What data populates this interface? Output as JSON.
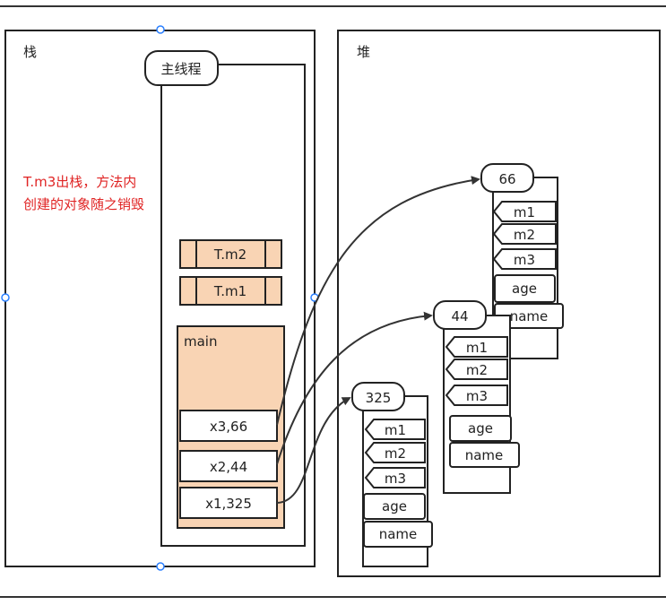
{
  "stack": {
    "title": "栈",
    "thread_label": "主线程",
    "note_lines": [
      "T.m3出栈，方法内",
      "创建的对象随之销毁"
    ],
    "frames": [
      {
        "label": "T.m2"
      },
      {
        "label": "T.m1"
      }
    ],
    "main_frame": {
      "label": "main",
      "vars": [
        {
          "label": "x3,66"
        },
        {
          "label": "x2,44"
        },
        {
          "label": "x1,325"
        }
      ]
    }
  },
  "heap": {
    "title": "堆",
    "objects": [
      {
        "id": "66",
        "methods": [
          "m1",
          "m2",
          "m3"
        ],
        "fields": [
          "age",
          "name"
        ]
      },
      {
        "id": "44",
        "methods": [
          "m1",
          "m2",
          "m3"
        ],
        "fields": [
          "age",
          "name"
        ]
      },
      {
        "id": "325",
        "methods": [
          "m1",
          "m2",
          "m3"
        ],
        "fields": [
          "age",
          "name"
        ]
      }
    ]
  },
  "colors": {
    "stroke": "#222222",
    "frame_fill": "#f9d4b4",
    "note": "#e02424",
    "handle": "#2a7fff"
  }
}
